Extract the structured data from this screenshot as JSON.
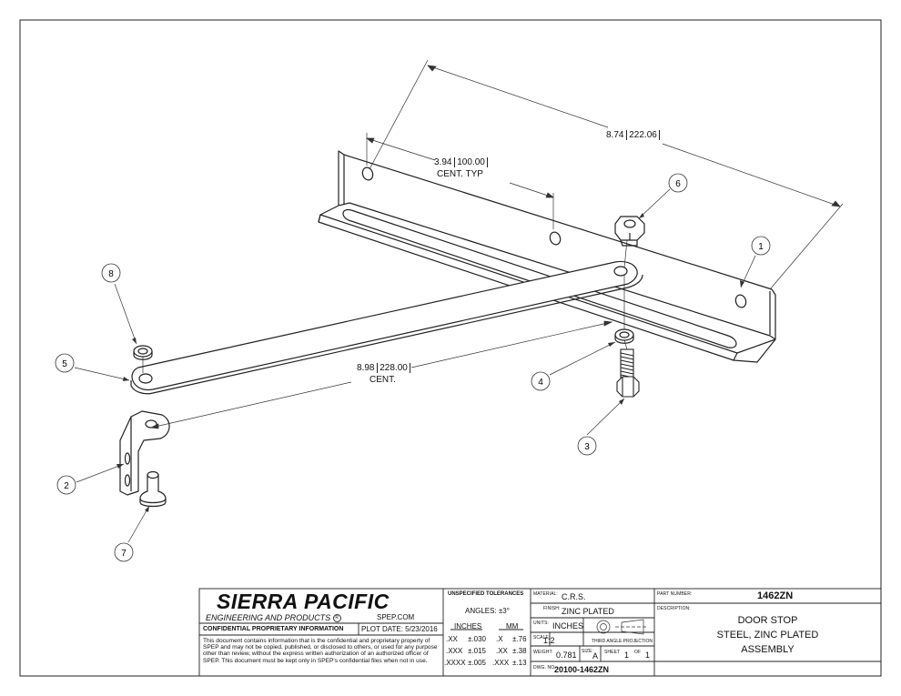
{
  "dimensions": [
    {
      "text": "3.94",
      "bracket": "100.00",
      "note": "CENT. TYP"
    },
    {
      "text": "8.74",
      "bracket": "222.06",
      "note": ""
    },
    {
      "text": "8.98",
      "bracket": "228.00",
      "note": "CENT."
    }
  ],
  "balloons": [
    "1",
    "2",
    "3",
    "4",
    "5",
    "6",
    "7",
    "8"
  ],
  "title_block": {
    "company": "SIERRA PACIFIC",
    "company_sub": "ENGINEERING AND PRODUCTS",
    "registered": "R",
    "website": "SPEP.COM",
    "confidential_heading": "CONFIDENTIAL PROPRIETARY INFORMATION",
    "plot_date": "PLOT DATE:  5/23/2016",
    "confidential_text": "This document contains information that is the confidential and proprietary property of SPEP and may not be copied, published, or disclosed to others, or used for any purpose  other than review, without the express written authorization of an authorized officer of SPEP. This document must be kept only in SPEP's confidential files when not in use.",
    "tolerances": {
      "heading": "UNSPECIFIED TOLERANCES",
      "angles": "ANGLES: ±3°",
      "inches_head": "INCHES",
      "mm_head": "MM",
      "rows": [
        {
          "in_label": ".XX",
          "in_val": "±.030",
          "mm_label": ".X",
          "mm_val": "±.76"
        },
        {
          "in_label": ".XXX",
          "in_val": "±.015",
          "mm_label": ".XX",
          "mm_val": "±.38"
        },
        {
          "in_label": ".XXXX",
          "in_val": "±.005",
          "mm_label": ".XXX",
          "mm_val": "±.13"
        }
      ]
    },
    "material_label": "MATERIAL:",
    "material": "C.R.S.",
    "finish_label": "FINISH:",
    "finish": "ZINC PLATED",
    "units_label": "UNITS:",
    "units": "INCHES",
    "scale_label": "SCALE:",
    "scale": "1:2",
    "projection": "THIRD ANGLE PROJECTION",
    "weight_label": "WEIGHT:",
    "weight": "0.781",
    "size_label": "SIZE:",
    "size": "A",
    "sheet_label": "SHEET",
    "sheet": "1",
    "of_label": "OF",
    "of": "1",
    "dwg_label": "DWG. NO.",
    "dwg_no": "20100-1462ZN",
    "part_number_label": "PART NUMBER:",
    "part_number": "1462ZN",
    "description_label": "DESCRIPTION:",
    "description": [
      "DOOR STOP",
      "STEEL, ZINC PLATED",
      "ASSEMBLY"
    ]
  }
}
